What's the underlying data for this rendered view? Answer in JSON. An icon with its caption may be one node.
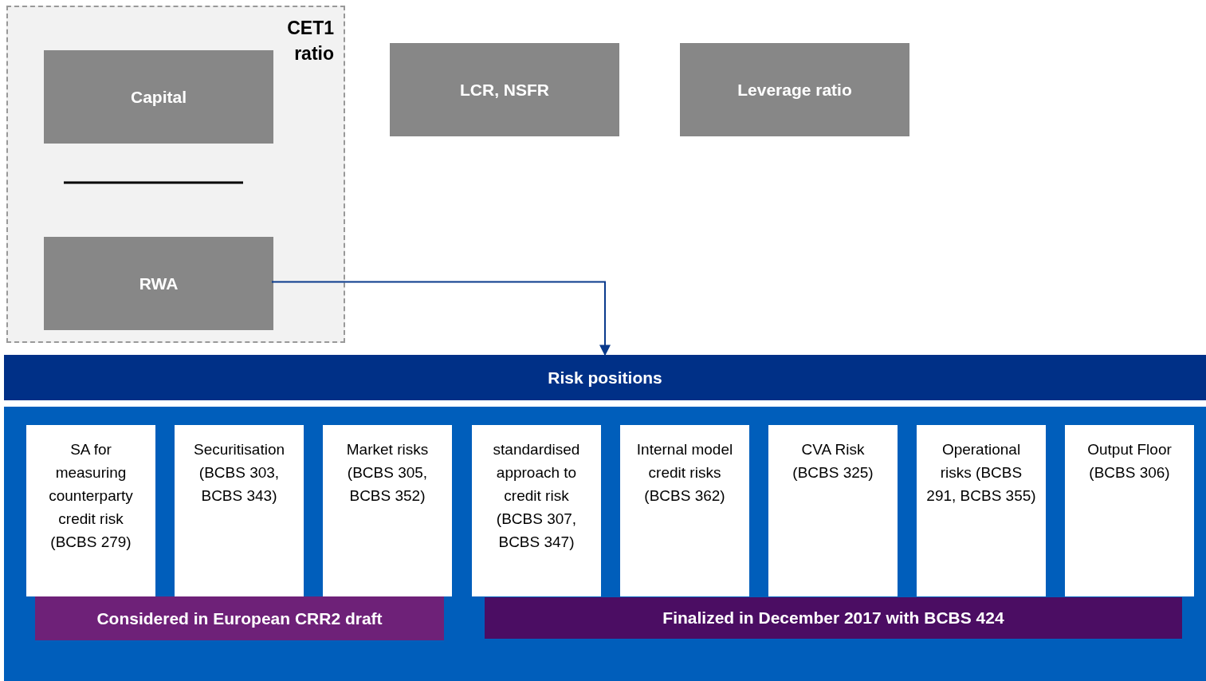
{
  "diagram": {
    "nodes": [
      {
        "text": [
          "CET1 ratio"
        ]
      },
      {
        "text": [
          "Capital"
        ],
        "in": 0
      },
      {
        "text": [
          "RWA"
        ],
        "in": 0
      },
      {
        "text": [
          "LCR, NSFR"
        ]
      },
      {
        "text": [
          "Leverage ratio"
        ]
      },
      {
        "text": [
          "Risk positions"
        ]
      },
      {
        "text": [],
        "shape": "box"
      },
      {
        "text": [
          "SA for measuring counterparty credit risk (BCBS 279)"
        ],
        "in": 6
      },
      {
        "text": [
          "Securitisation (BCBS 303, BCBS 343)"
        ],
        "in": 6
      },
      {
        "text": [
          "Market risks (BCBS 305, BCBS 352)"
        ],
        "in": 6
      },
      {
        "text": [
          "standardised approach to credit risk (BCBS 307, BCBS 347)"
        ],
        "in": 6
      },
      {
        "text": [
          "Internal model credit risks (BCBS 362)"
        ],
        "in": 6
      },
      {
        "text": [
          "CVA Risk (BCBS 325)"
        ],
        "in": 6
      },
      {
        "text": [
          "Operational risks (BCBS 291, BCBS 355)"
        ],
        "in": 6
      },
      {
        "text": [
          "Output Floor (BCBS 306)"
        ],
        "in": 6
      },
      {
        "text": [
          "Considered in European CRR2 draft"
        ],
        "in": 6
      },
      {
        "text": [
          "Finalized in December 2017 with BCBS 424"
        ],
        "in": 6
      }
    ],
    "edges": [
      {
        "from": 2,
        "to": 5,
        "arrow": "to"
      }
    ]
  }
}
